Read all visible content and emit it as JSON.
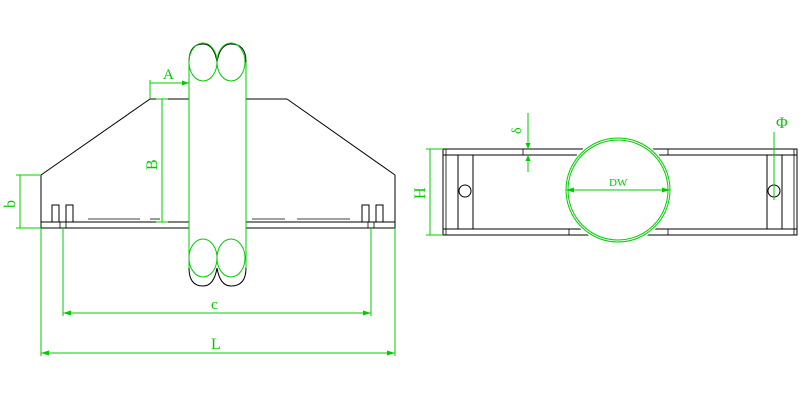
{
  "diagram": {
    "front_view": {
      "dimension_labels": {
        "A": "A",
        "B": "B",
        "b": "b",
        "c": "c",
        "L": "L"
      }
    },
    "side_view": {
      "dimension_labels": {
        "delta": "δ",
        "H": "H",
        "DW": "DW",
        "phi": "Φ"
      }
    },
    "colors": {
      "geometry": "#000000",
      "dimension": "#00cc00",
      "background": "#ffffff"
    }
  }
}
